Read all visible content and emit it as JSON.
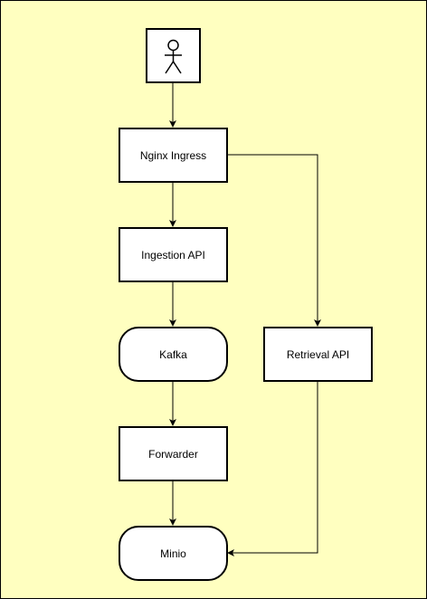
{
  "diagram": {
    "nodes": [
      {
        "id": "user",
        "type": "actor",
        "icon": "person-icon"
      },
      {
        "id": "nginx",
        "label": "Nginx Ingress",
        "shape": "rect"
      },
      {
        "id": "ingestion",
        "label": "Ingestion API",
        "shape": "rect"
      },
      {
        "id": "kafka",
        "label": "Kafka",
        "shape": "rounded"
      },
      {
        "id": "retrieval",
        "label": "Retrieval API",
        "shape": "rect"
      },
      {
        "id": "forwarder",
        "label": "Forwarder",
        "shape": "rect"
      },
      {
        "id": "minio",
        "label": "Minio",
        "shape": "rounded"
      }
    ],
    "edges": [
      {
        "from": "user",
        "to": "nginx"
      },
      {
        "from": "nginx",
        "to": "ingestion"
      },
      {
        "from": "nginx",
        "to": "retrieval"
      },
      {
        "from": "ingestion",
        "to": "kafka"
      },
      {
        "from": "kafka",
        "to": "forwarder"
      },
      {
        "from": "forwarder",
        "to": "minio"
      },
      {
        "from": "retrieval",
        "to": "minio"
      }
    ]
  },
  "colors": {
    "background": "#ffffc0",
    "node_fill": "#ffffff",
    "stroke": "#000000"
  }
}
